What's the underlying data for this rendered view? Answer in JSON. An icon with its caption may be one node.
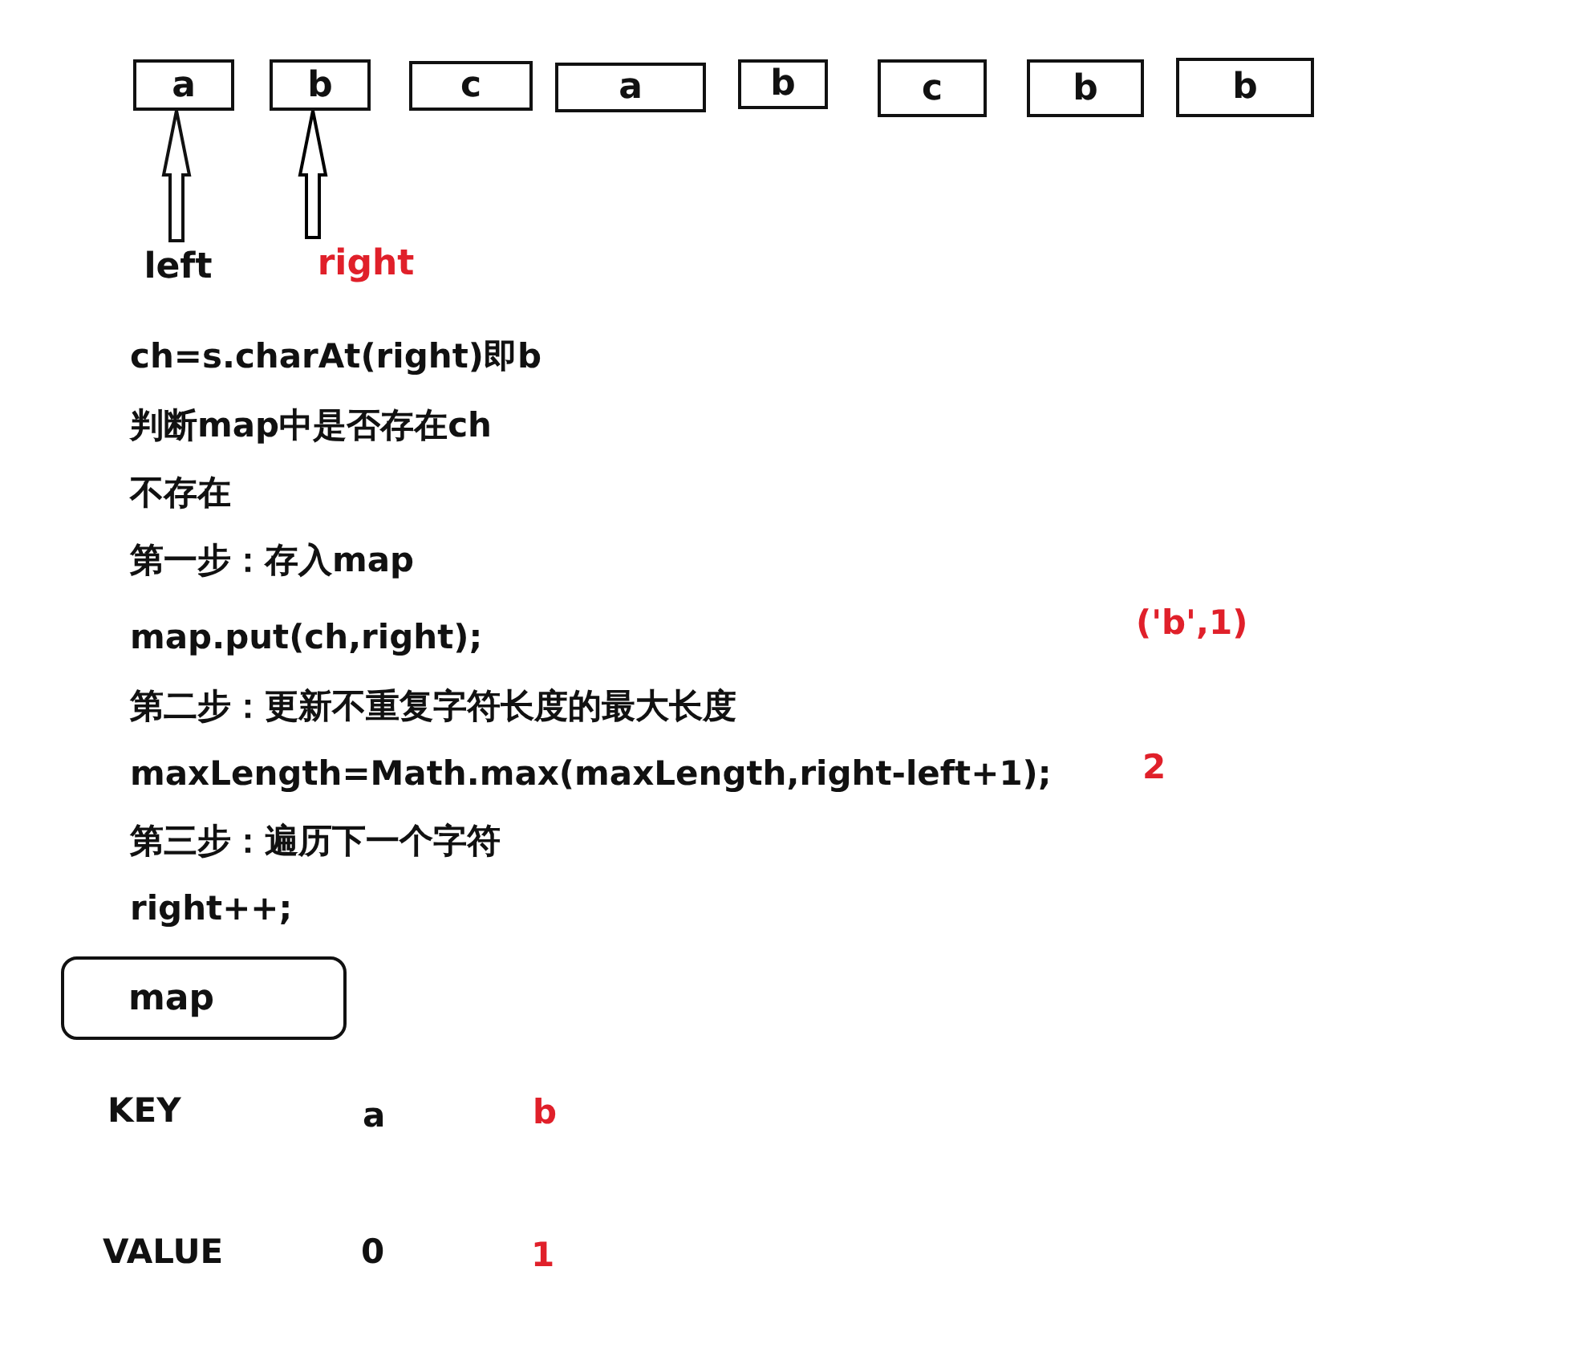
{
  "diagram": {
    "nodes": [
      {
        "text": [
          "a"
        ]
      },
      {
        "text": [
          "b"
        ]
      },
      {
        "text": [
          "c"
        ]
      },
      {
        "text": [
          "a"
        ]
      },
      {
        "text": [
          "b"
        ]
      },
      {
        "text": [
          "c"
        ]
      },
      {
        "text": [
          "b"
        ]
      },
      {
        "text": [
          "b"
        ]
      },
      {
        "text": [
          "left"
        ]
      },
      {
        "text": [
          "right"
        ]
      },
      {
        "text": [
          "map"
        ]
      }
    ],
    "edges": [
      {
        "from": 8,
        "to": 0,
        "arrow": "to"
      },
      {
        "from": 9,
        "to": 1,
        "arrow": "to",
        "color": "#000000"
      }
    ],
    "labels": [
      "ch=s.charAt(right)即b",
      "判断map中是否存在ch",
      "不存在",
      "第一步：存入map",
      "map.put(ch,right);",
      "第二步：更新不重复字符长度的最大长度",
      "maxLength=Math.max(maxLength,right-left+1);",
      "第三步：遍历下一个字符",
      "right++;",
      "('b',1)",
      "2",
      "KEY",
      "a",
      "b",
      "VALUE",
      "0",
      "1"
    ]
  }
}
